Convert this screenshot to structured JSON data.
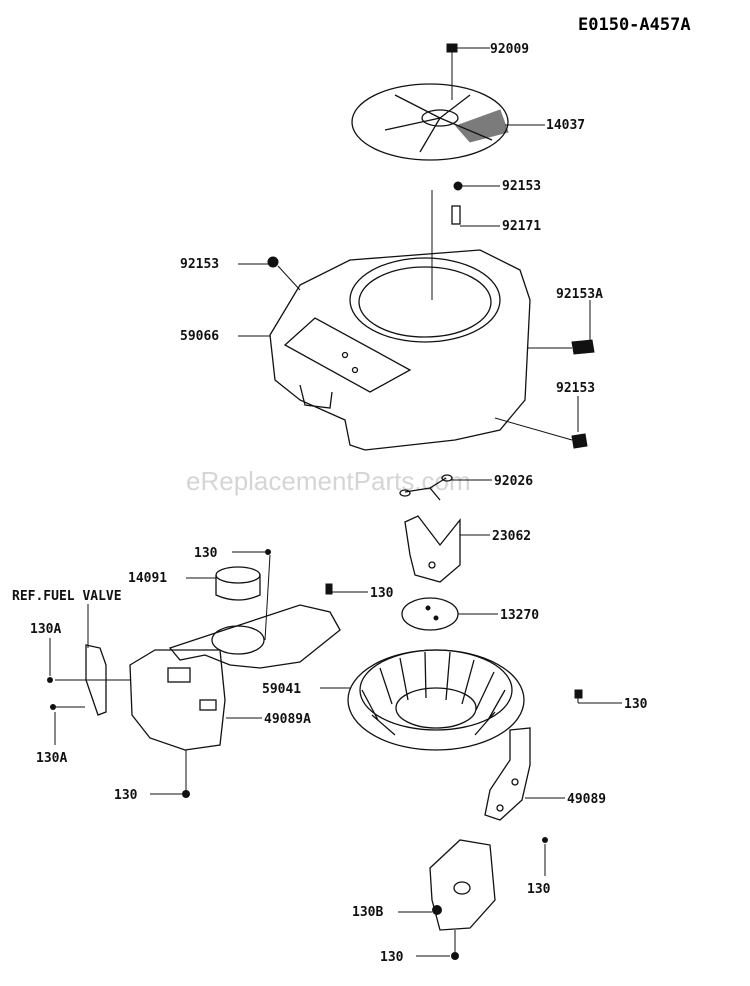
{
  "diagram_code": "E0150-A457A",
  "watermark": "eReplacementParts.com",
  "parts": {
    "p92009": "92009",
    "p14037": "14037",
    "p92153_top": "92153",
    "p92171": "92171",
    "p92153_left": "92153",
    "p92153A": "92153A",
    "p59066": "59066",
    "p92153_right": "92153",
    "p92026": "92026",
    "p23062": "23062",
    "p130_a": "130",
    "p14091": "14091",
    "ref_fuel_valve": "REF.FUEL VALVE",
    "p130_b": "130",
    "p13270": "13270",
    "p130A_top": "130A",
    "p59041": "59041",
    "p130_c": "130",
    "p49089A": "49089A",
    "p130A_bottom": "130A",
    "p49089": "49089",
    "p130_d": "130",
    "p130_e": "130",
    "p130B": "130B",
    "p130_f": "130"
  }
}
